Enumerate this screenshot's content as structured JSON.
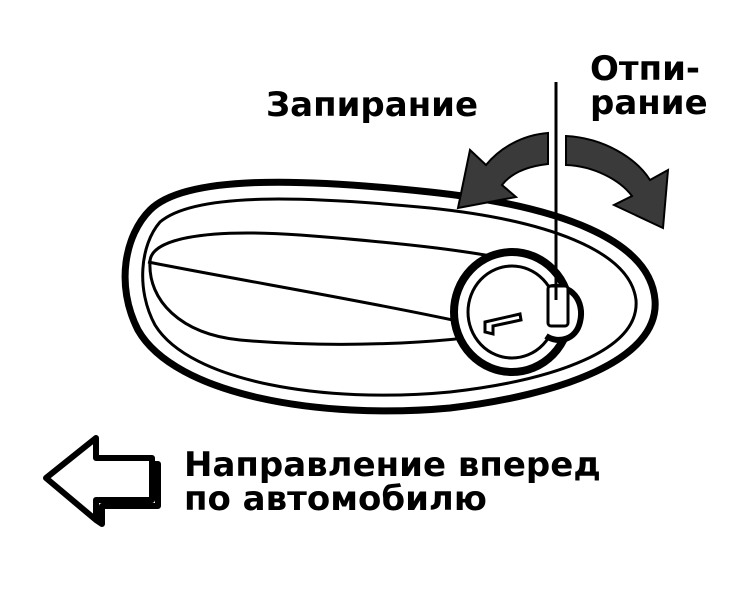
{
  "labels": {
    "lock": "Запирание",
    "unlock_line1": "Отпи-",
    "unlock_line2": "рание",
    "forward_line1": "Направление вперед",
    "forward_line2": "по автомобилю"
  },
  "colors": {
    "ink": "#000000",
    "arrow_fill": "#3a3a3a",
    "background": "#ffffff"
  },
  "icons": {
    "lock_arrow": "curved-arrow-left-icon",
    "unlock_arrow": "curved-arrow-right-icon",
    "forward_arrow": "hollow-arrow-left-icon"
  }
}
